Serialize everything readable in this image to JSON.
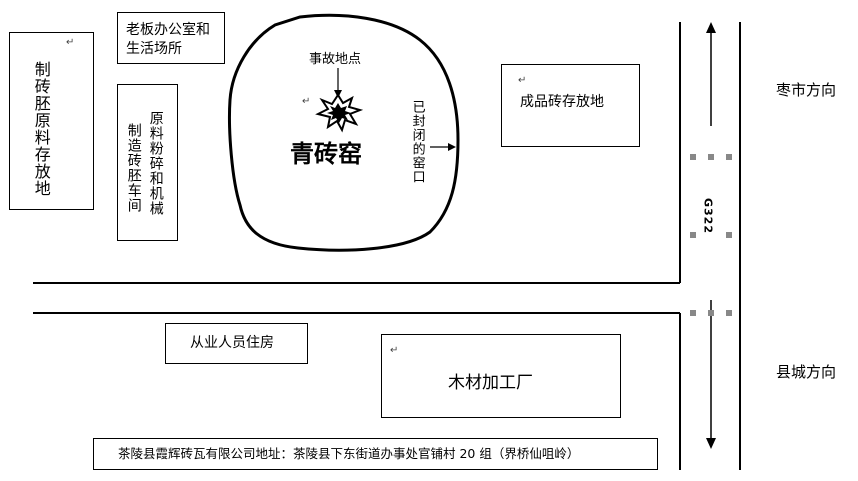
{
  "labels": {
    "raw_material_yard": "制砖胚原料存放地",
    "office": "老板办公室和生活场所",
    "crusher_workshop_a": "原料粉碎和机械",
    "crusher_workshop_b": "制造砖胚车间",
    "accident_site": "事故地点",
    "kiln": "青砖窑",
    "sealed_kiln_mouth": "已封闭的窑口",
    "finished_brick_yard": "成品砖存放地",
    "road_code": "G322",
    "zaoshi_direction": "枣市方向",
    "county_direction": "县城方向",
    "worker_housing": "从业人员住房",
    "wood_factory": "木材加工厂",
    "company_address": "茶陵县霞辉砖瓦有限公司地址：茶陵县下东街道办事处官铺村 20 组（界桥仙咀岭）"
  },
  "paragraph_mark": "↵"
}
